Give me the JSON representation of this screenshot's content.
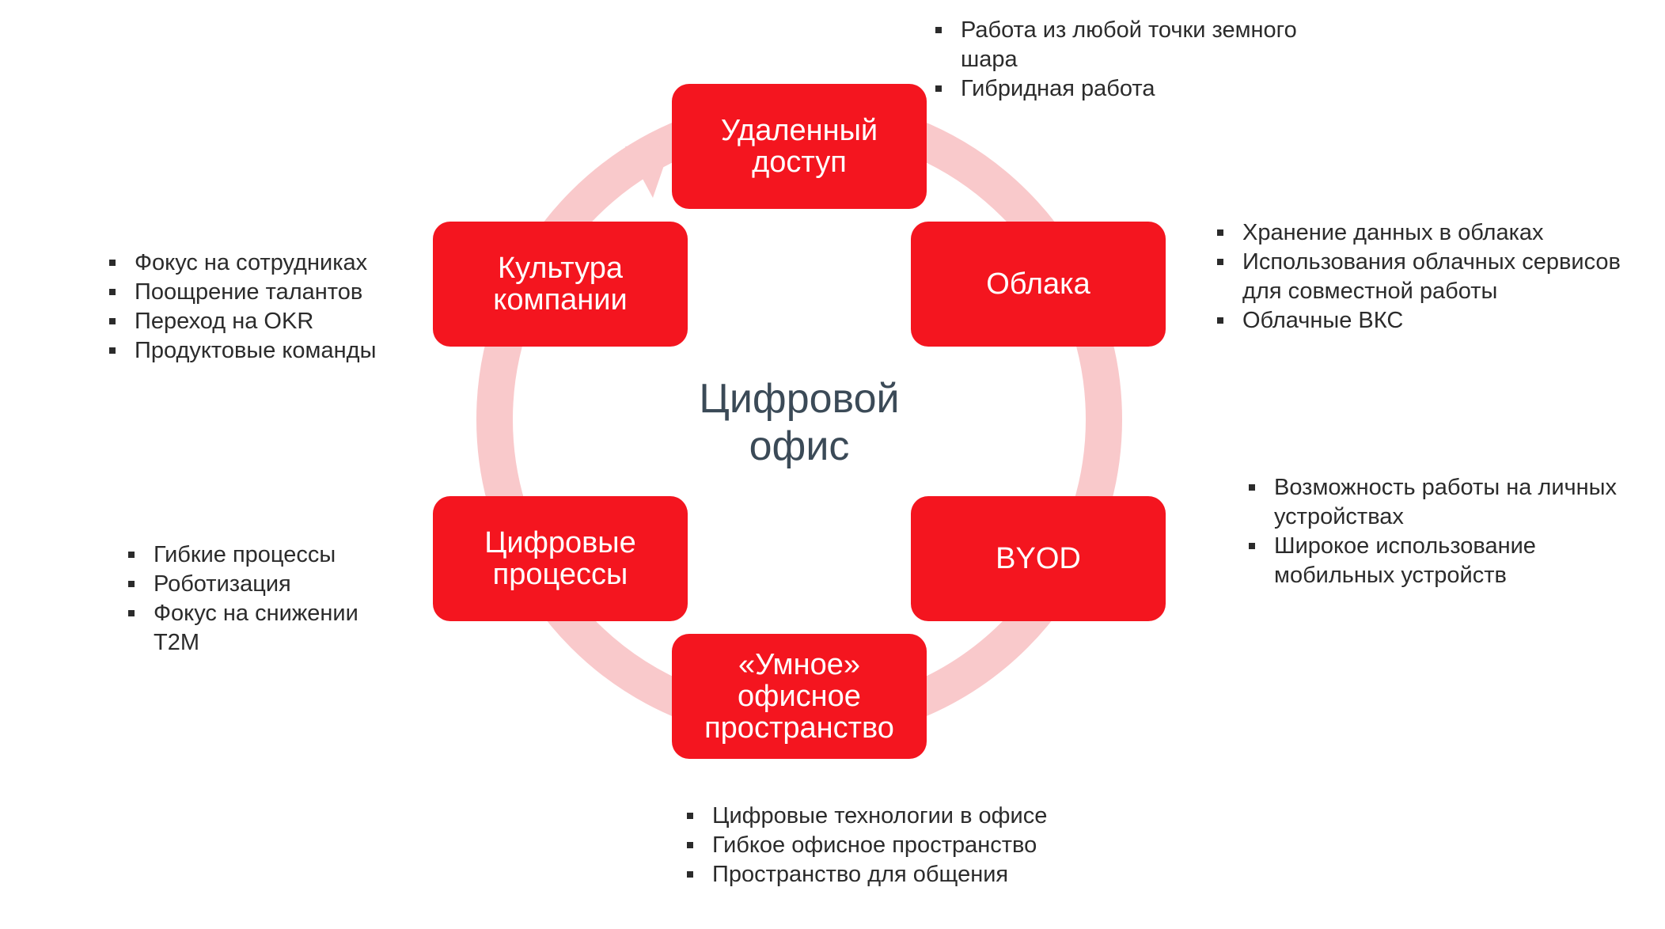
{
  "colors": {
    "node_fill": "#f4151f",
    "ring": "#f9c9cb",
    "text_dark": "#2b2b2b",
    "center_text": "#3b4a57"
  },
  "center": {
    "label": "Цифровой\nофис"
  },
  "nodes": [
    {
      "id": "remote",
      "label": "Удаленный\nдоступ"
    },
    {
      "id": "clouds",
      "label": "Облака"
    },
    {
      "id": "byod",
      "label": "BYOD"
    },
    {
      "id": "smart-office",
      "label": "«Умное»\nофисное\nпространство"
    },
    {
      "id": "digital-processes",
      "label": "Цифровые\nпроцессы"
    },
    {
      "id": "culture",
      "label": "Культура\nкомпании"
    }
  ],
  "bullets": {
    "remote": [
      "Работа из любой точки земного шара",
      "Гибридная работа"
    ],
    "clouds": [
      "Хранение данных в облаках",
      "Использования облачных сервисов для совместной работы",
      "Облачные ВКС"
    ],
    "byod": [
      "Возможность работы на личных устройствах",
      "Широкое использование мобильных устройств"
    ],
    "smart_office": [
      "Цифровые технологии в офисе",
      "Гибкое офисное пространство",
      "Пространство для общения"
    ],
    "processes": [
      "Гибкие процессы",
      "Роботизация",
      "Фокус на снижении T2M"
    ],
    "culture": [
      "Фокус на сотрудниках",
      "Поощрение талантов",
      "Переход на OKR",
      "Продуктовые команды"
    ]
  }
}
